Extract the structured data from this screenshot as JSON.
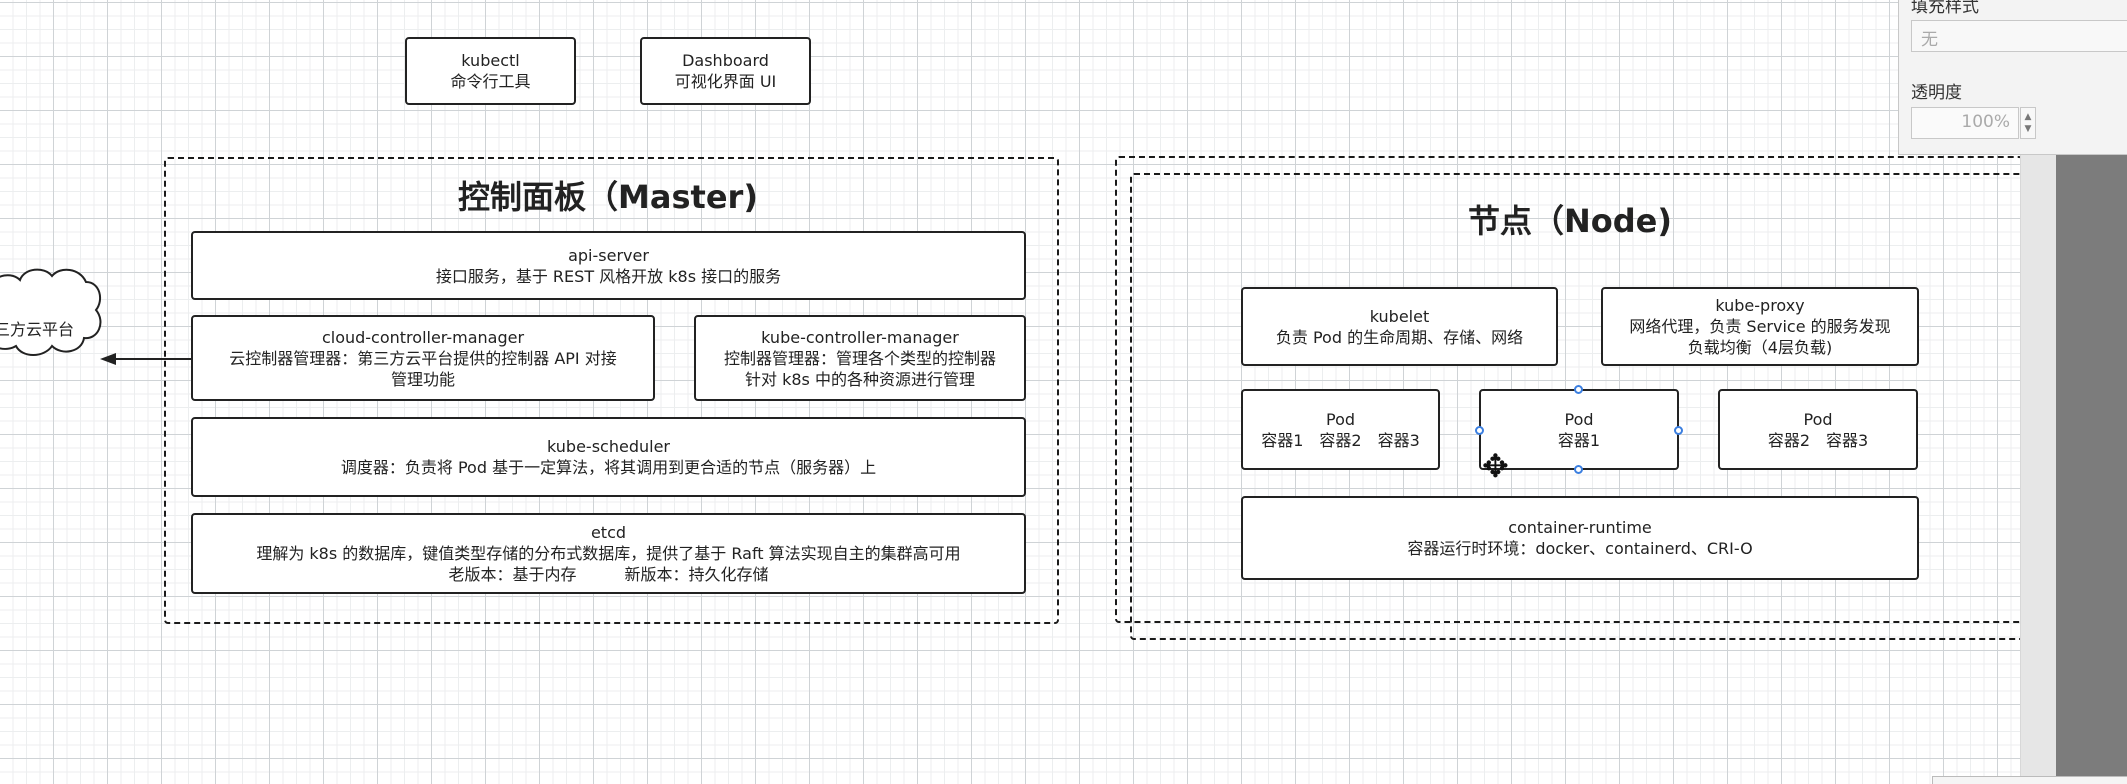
{
  "tools": {
    "kubectl": {
      "title": "kubectl",
      "desc": "命令行工具"
    },
    "dashboard": {
      "title": "Dashboard",
      "desc": "可视化界面 UI"
    }
  },
  "master": {
    "title": "控制面板（Master)",
    "api_server": {
      "title": "api-server",
      "desc": "接口服务，基于 REST 风格开放 k8s 接口的服务"
    },
    "ccm": {
      "title": "cloud-controller-manager",
      "line1": "云控制器管理器：第三方云平台提供的控制器 API 对接",
      "line2": "管理功能"
    },
    "kcm": {
      "title": "kube-controller-manager",
      "line1": "控制器管理器：管理各个类型的控制器",
      "line2": "针对 k8s 中的各种资源进行管理"
    },
    "scheduler": {
      "title": "kube-scheduler",
      "desc": "调度器：负责将 Pod 基于一定算法，将其调用到更合适的节点（服务器）上"
    },
    "etcd": {
      "title": "etcd",
      "line1": "理解为 k8s 的数据库，键值类型存储的分布式数据库，提供了基于 Raft 算法实现自主的集群高可用",
      "line2": "老版本：基于内存　　　新版本：持久化存储"
    }
  },
  "cloud": {
    "label": "三方云平台"
  },
  "node": {
    "title": "节点（Node)",
    "kubelet": {
      "title": "kubelet",
      "desc": "负责 Pod 的生命周期、存储、网络"
    },
    "kube_proxy": {
      "title": "kube-proxy",
      "line1": "网络代理，负责 Service 的服务发现",
      "line2": "负载均衡（4层负载)"
    },
    "pods": [
      {
        "title": "Pod",
        "containers": "容器1　容器2　容器3"
      },
      {
        "title": "Pod",
        "containers": "容器1"
      },
      {
        "title": "Pod",
        "containers": "容器2　容器3"
      }
    ],
    "runtime": {
      "title": "container-runtime",
      "desc": "容器运行时环境：docker、containerd、CRI-O"
    }
  },
  "format_panel": {
    "fill_style_label": "填充样式",
    "fill_style_value": "无",
    "opacity_label": "透明度",
    "opacity_value": "100%"
  },
  "colors": {
    "handle": "#3b7fe0",
    "grid": "#cfd3d6"
  }
}
